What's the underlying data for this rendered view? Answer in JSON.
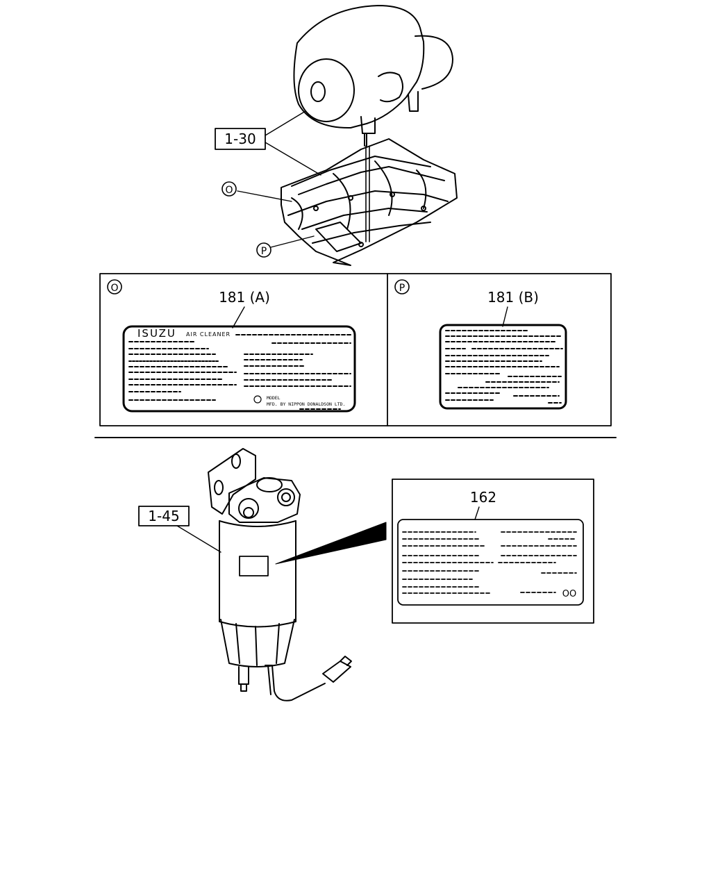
{
  "callouts": {
    "air_cleaner_ref": "1-30",
    "fuel_filter_ref": "1-45",
    "marker_o": "O",
    "marker_p": "P"
  },
  "detail_o": {
    "marker": "O",
    "part_ref": "181 (A)",
    "label_brand": "ISUZU",
    "label_product": "AIR CLEANER",
    "label_model": "MODEL",
    "label_mfd": "MFD. BY NIPPON DONALDSON LTD."
  },
  "detail_p": {
    "marker": "P",
    "part_ref": "181 (B)"
  },
  "detail_fuel_label": {
    "part_ref": "162",
    "label_mark": "OO"
  }
}
